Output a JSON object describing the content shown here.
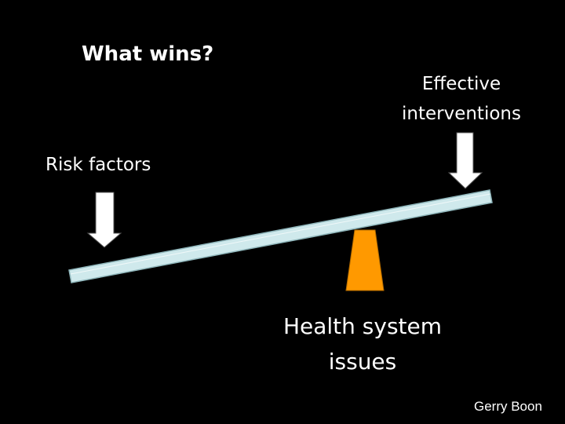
{
  "slide": {
    "title": "What wins?",
    "effective_line1": "Effective",
    "effective_line2": "interventions",
    "risk_label": "Risk factors",
    "health_line1": "Health system",
    "health_line2": "issues",
    "credit": "Gerry Boon"
  },
  "colors": {
    "background": "#000000",
    "text": "#ffffff",
    "beam_fill": "#cfe9ec",
    "beam_edge": "#8fb6bb",
    "fulcrum_fill": "#ff9900",
    "arrow_fill": "#ffffff",
    "arrow_edge": "#555555"
  },
  "icons": {
    "left_arrow": "down-arrow-icon",
    "right_arrow": "down-arrow-icon"
  }
}
